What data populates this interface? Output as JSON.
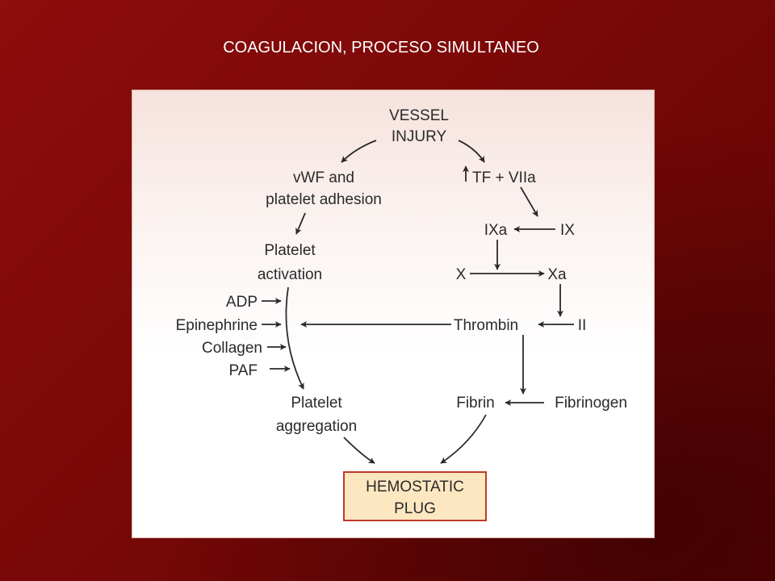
{
  "slide": {
    "title": "COAGULACION, PROCESO SIMULTANEO"
  },
  "diagram": {
    "vessel_injury": [
      "VESSEL",
      "INJURY"
    ],
    "vwf_adhesion": [
      "vWF and",
      "platelet adhesion"
    ],
    "tf_viia": "TF + VIIa",
    "ixa": "IXa",
    "ix": "IX",
    "x": "X",
    "xa": "Xa",
    "platelet_activation": [
      "Platelet",
      "activation"
    ],
    "agonists": [
      "ADP",
      "Epinephrine",
      "Collagen",
      "PAF"
    ],
    "thrombin": "Thrombin",
    "ii": "II",
    "platelet_aggregation": [
      "Platelet",
      "aggregation"
    ],
    "fibrin": "Fibrin",
    "fibrinogen": "Fibrinogen",
    "hemostatic_plug": [
      "HEMOSTATIC",
      "PLUG"
    ]
  }
}
